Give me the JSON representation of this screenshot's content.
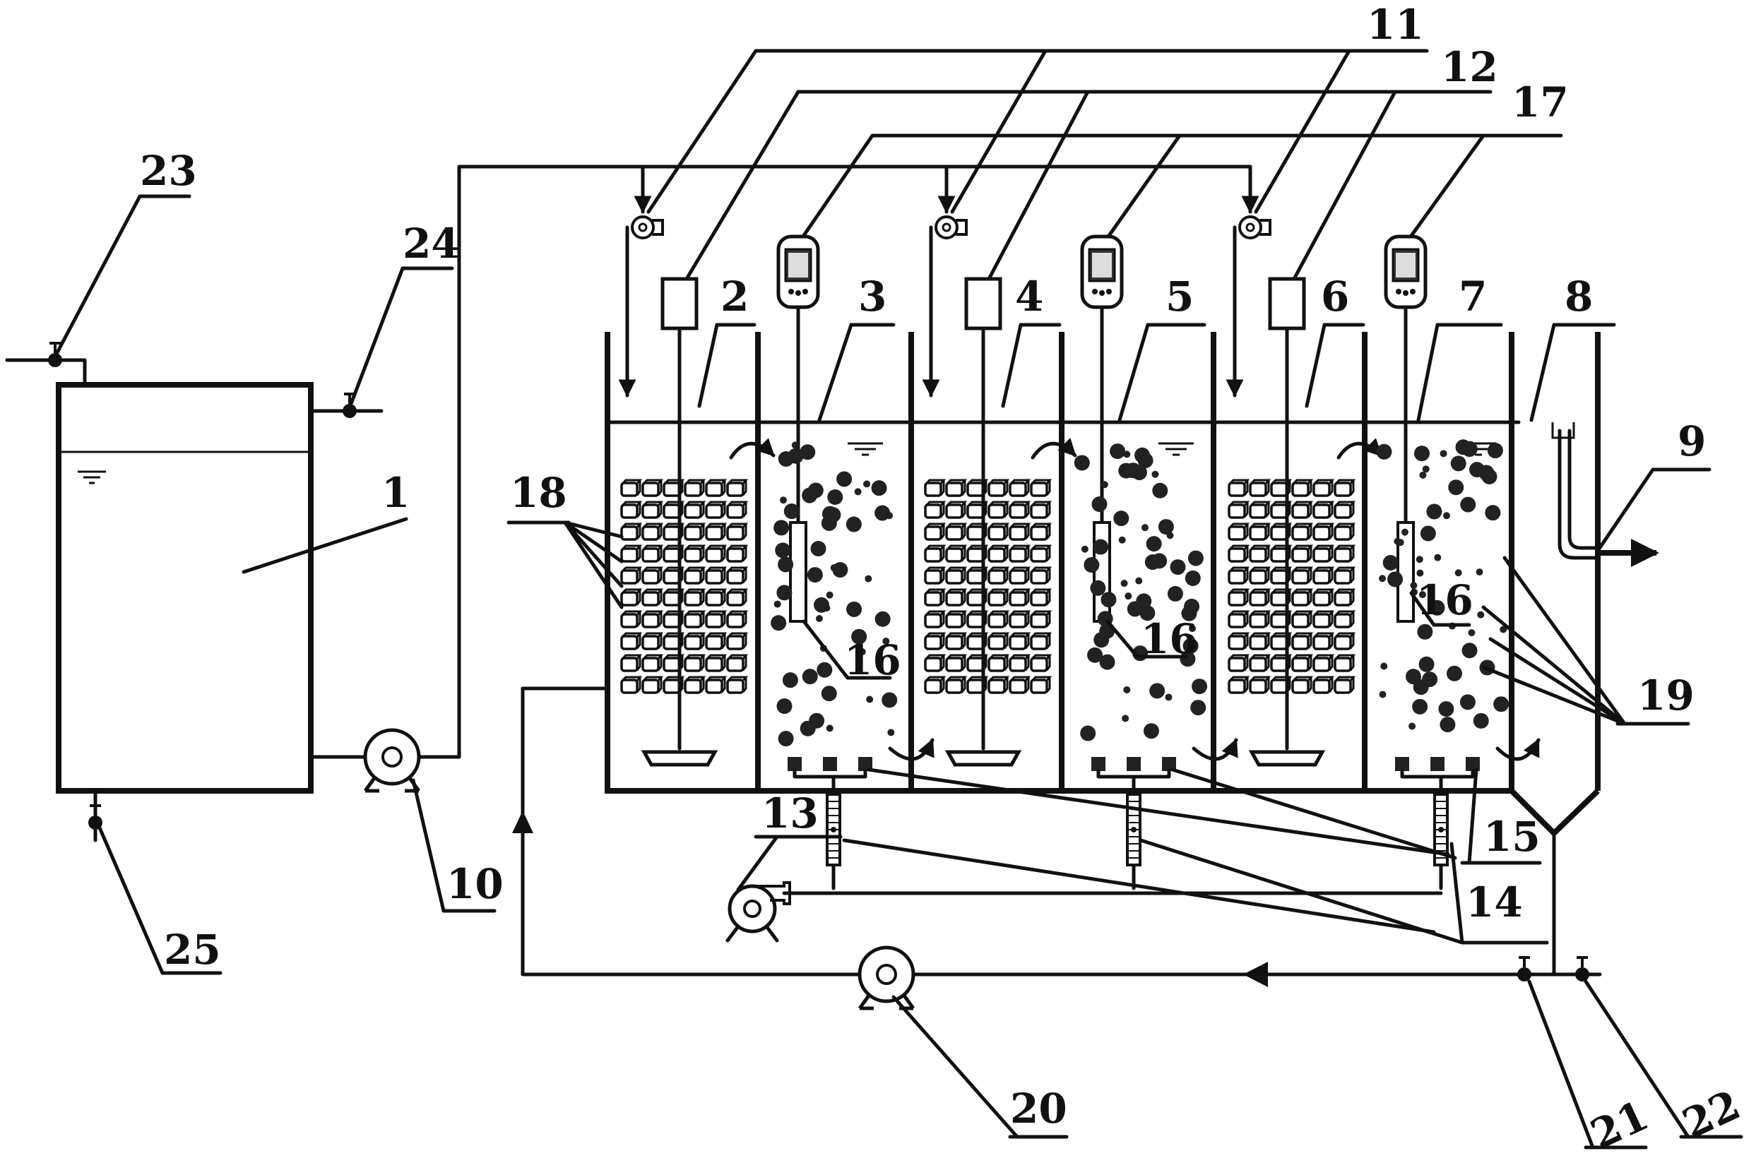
{
  "labels": {
    "l1": "1",
    "l2": "2",
    "l3": "3",
    "l4": "4",
    "l5": "5",
    "l6": "6",
    "l7": "7",
    "l8": "8",
    "l9": "9",
    "l10": "10",
    "l11": "11",
    "l12": "12",
    "l13": "13",
    "l14": "14",
    "l15": "15",
    "l16a": "16",
    "l16b": "16",
    "l16c": "16",
    "l17": "17",
    "l18": "18",
    "l19": "19",
    "l20": "20",
    "l21": "21",
    "l22": "22",
    "l23": "23",
    "l24": "24",
    "l25": "25"
  },
  "icons": {
    "pump": "pump-icon",
    "valve": "valve-icon",
    "meter": "handheld-meter-icon",
    "stirrer": "stirrer-icon",
    "flowmeter": "flowmeter-icon",
    "blower": "air-blower-icon"
  },
  "colors": {
    "ink": "#111111",
    "background": "#ffffff"
  }
}
